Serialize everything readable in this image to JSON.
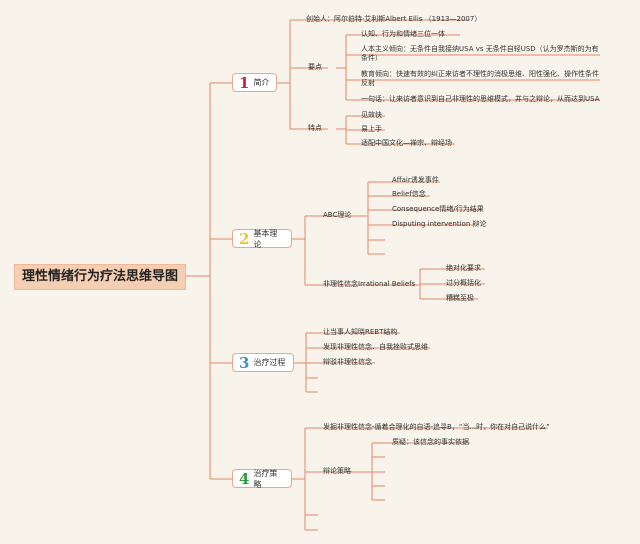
{
  "title": "理性情绪行为疗法思维导图",
  "branches": [
    {
      "number": "1",
      "label": "简介",
      "color": "#c8243e",
      "items": {
        "founder": "创始人：阿尔伯特·艾利斯Albert Ellis （1913—2007）",
        "key_points": {
          "label": "要点",
          "children": [
            "认知、行为和情绪三位一体",
            "人本主义倾向：无条件自我接纳USA vs 无条件自轻USD（认为罗杰斯的为有条件）",
            "教育倾向：快速有效的纠正来访者不理性的消极思维、阳性强化、操作性条件反射",
            "一句话：让来访者意识到自己非理性的思维模式，并与之辩论，从而达到USA"
          ]
        },
        "features": {
          "label": "特点",
          "children": [
            "见效快",
            "易上手",
            "适配中国文化—禅宗、辩经场"
          ]
        }
      }
    },
    {
      "number": "2",
      "label": "基本理论",
      "color": "#f0c23a",
      "items": {
        "abc": {
          "label": "ABC理论",
          "children": [
            "Affair诱发事件",
            "Belief信念",
            "Consequence情绪/行为结果",
            "Disputing intervention 辩论",
            "",
            ""
          ]
        },
        "irrational": {
          "label": "非理性信念Irrational Beliefs",
          "children": [
            "绝对化要求",
            "过分概括化",
            "糟糕至极"
          ]
        }
      }
    },
    {
      "number": "3",
      "label": "治疗过程",
      "color": "#3a93c9",
      "items": [
        "让当事人知晓REBT结构",
        "发现非理性信念、自我挫败式思维",
        "辩驳非理性信念",
        "",
        ""
      ]
    },
    {
      "number": "4",
      "label": "治疗策略",
      "color": "#2e9c3a",
      "items": {
        "discover": "发掘非理性信念-循着合理化的自语-追寻B，“当...时，你在对自己说什么”",
        "debate": {
          "label": "辩论策略",
          "children": [
            "质疑：该信念的事实依据",
            "",
            "",
            "",
            ""
          ]
        },
        "empty": [
          "",
          ""
        ]
      }
    }
  ]
}
